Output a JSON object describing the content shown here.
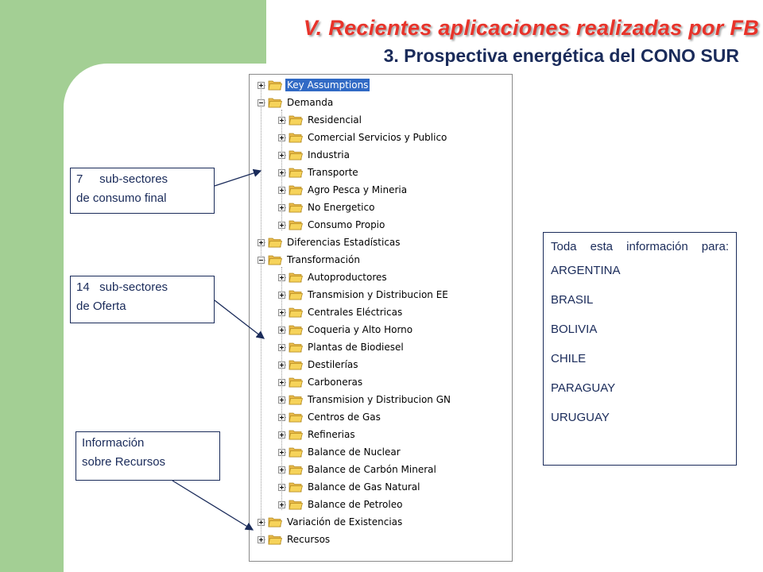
{
  "header": {
    "title": "V. Recientes aplicaciones realizadas por FB",
    "subtitle": "3. Prospectiva energética del CONO SUR"
  },
  "colors": {
    "title_red": "#e8332a",
    "navy": "#1a2b5a",
    "green_band": "#a3cf94",
    "selection_blue": "#316ac5",
    "folder_yellow": "#f6d35a"
  },
  "tree": {
    "items": [
      {
        "label": "Key Assumptions",
        "state": "collapsed",
        "selected": true
      },
      {
        "label": "Demanda",
        "state": "expanded"
      },
      {
        "label": "Residencial",
        "state": "collapsed"
      },
      {
        "label": "Comercial Servicios y Publico",
        "state": "collapsed"
      },
      {
        "label": "Industria",
        "state": "collapsed"
      },
      {
        "label": "Transporte",
        "state": "collapsed"
      },
      {
        "label": "Agro Pesca y Mineria",
        "state": "collapsed"
      },
      {
        "label": "No Energetico",
        "state": "collapsed"
      },
      {
        "label": "Consumo Propio",
        "state": "collapsed"
      },
      {
        "label": "Diferencias Estadísticas",
        "state": "collapsed"
      },
      {
        "label": "Transformación",
        "state": "expanded"
      },
      {
        "label": "Autoproductores",
        "state": "collapsed"
      },
      {
        "label": "Transmision y Distribucion EE",
        "state": "collapsed"
      },
      {
        "label": "Centrales Eléctricas",
        "state": "collapsed"
      },
      {
        "label": "Coqueria y Alto Horno",
        "state": "collapsed"
      },
      {
        "label": "Plantas de Biodiesel",
        "state": "collapsed"
      },
      {
        "label": "Destilerías",
        "state": "collapsed"
      },
      {
        "label": "Carboneras",
        "state": "collapsed"
      },
      {
        "label": "Transmision y Distribucion GN",
        "state": "collapsed"
      },
      {
        "label": "Centros de Gas",
        "state": "collapsed"
      },
      {
        "label": "Refinerias",
        "state": "collapsed"
      },
      {
        "label": "Balance de Nuclear",
        "state": "collapsed"
      },
      {
        "label": "Balance de Carbón Mineral",
        "state": "collapsed"
      },
      {
        "label": "Balance de Gas Natural",
        "state": "collapsed"
      },
      {
        "label": "Balance de Petroleo",
        "state": "collapsed"
      },
      {
        "label": "Variación de Existencias",
        "state": "collapsed"
      },
      {
        "label": "Recursos",
        "state": "collapsed"
      }
    ]
  },
  "callouts": {
    "consumo": {
      "line1": "7     sub-sectores",
      "line2": "de consumo final"
    },
    "oferta": {
      "line1": "14   sub-sectores",
      "line2": "de Oferta"
    },
    "recursos": {
      "line1": "Información",
      "line2": "sobre Recursos"
    }
  },
  "info": {
    "intro": "Toda esta información para:",
    "countries": [
      "ARGENTINA",
      "BRASIL",
      "BOLIVIA",
      "CHILE",
      "PARAGUAY",
      "URUGUAY"
    ]
  },
  "icons": {
    "expander_collapsed": "plus-box-icon",
    "expander_expanded": "minus-box-icon",
    "folder": "folder-icon"
  }
}
